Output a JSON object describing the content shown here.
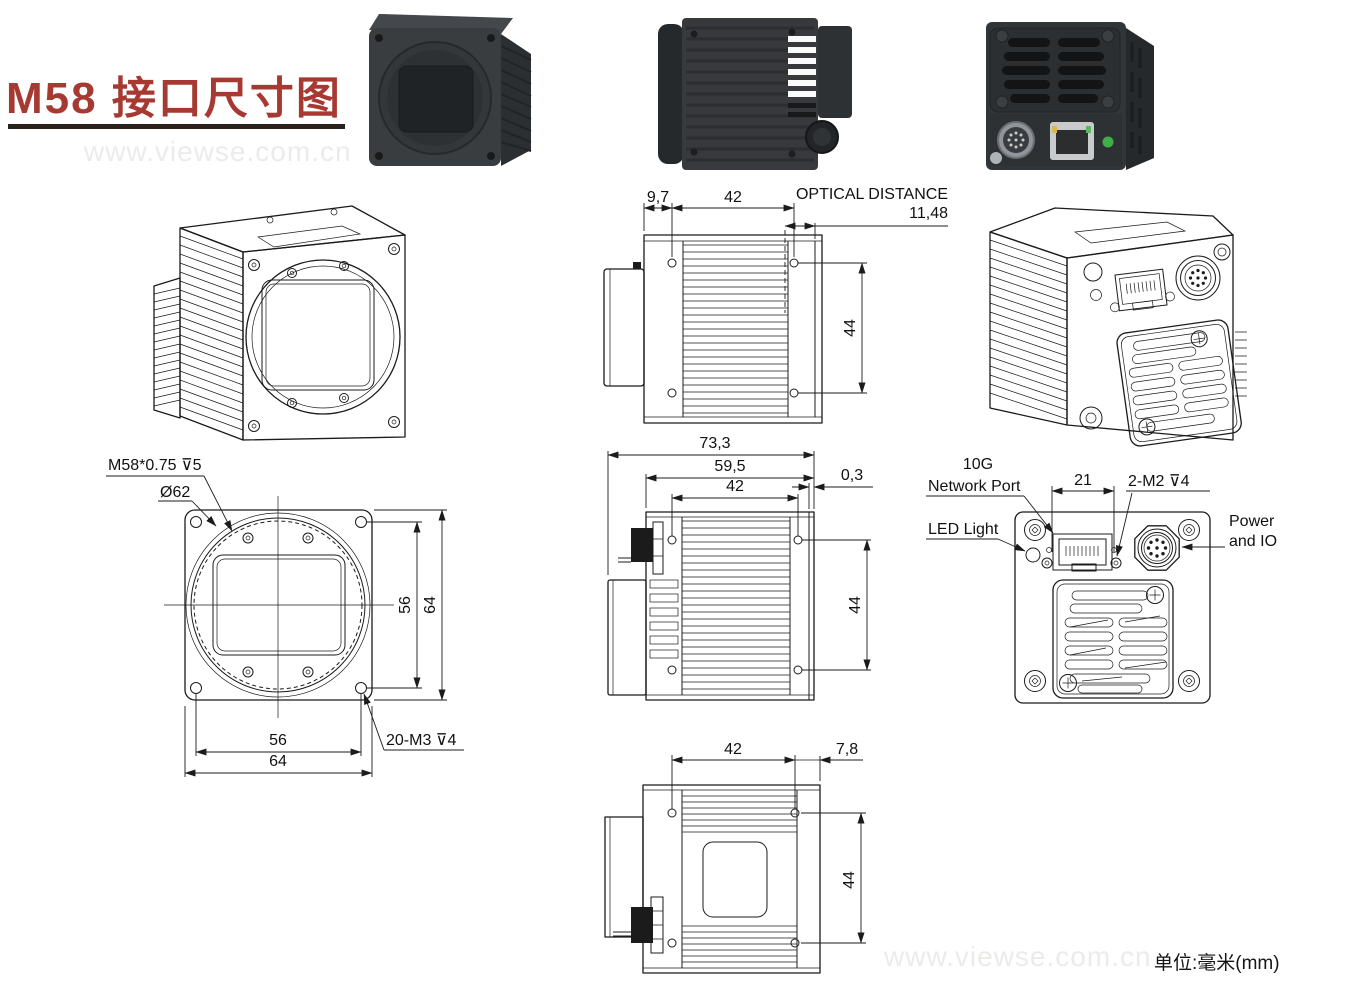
{
  "page": {
    "title": "M58 接口尺寸图",
    "watermark": "www.viewse.com.cn",
    "unit_note": "单位:毫米(mm)"
  },
  "views": {
    "top_side": {
      "dim_flange": "9,7",
      "dim_holes": "42",
      "optical_label": "OPTICAL DISTANCE",
      "optical_value": "11,48",
      "dim_holes_v": "44"
    },
    "front": {
      "thread_label": "M58*0.75 ⊽5",
      "diameter_label": "Ø62",
      "tap_label": "20-M3 ⊽4",
      "dim_holes_v": "56",
      "dim_body_v": "64",
      "dim_holes_h": "56",
      "dim_body_h": "64"
    },
    "side": {
      "dim_total": "73,3",
      "dim_body": "59,5",
      "dim_holes": "42",
      "dim_gap": "0,3",
      "dim_holes_v": "44"
    },
    "back": {
      "port_label_line1": "10G",
      "port_label_line2": "Network Port",
      "led_label": "LED Light",
      "dim_port": "21",
      "tap_label": "2-M2 ⊽4",
      "power_label_line1": "Power",
      "power_label_line2": "and IO"
    },
    "bottom": {
      "dim_holes": "42",
      "dim_offset": "7,8",
      "dim_holes_v": "44"
    }
  }
}
